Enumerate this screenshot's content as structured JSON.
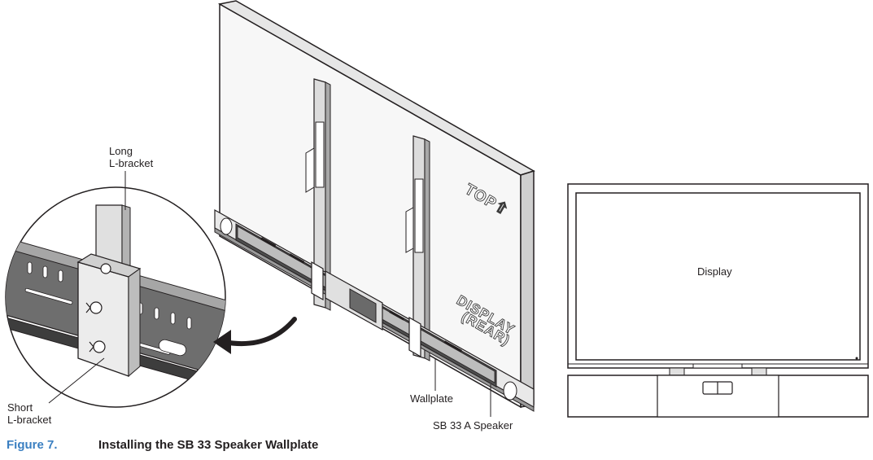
{
  "callouts": {
    "long_bracket": [
      "Long",
      "L-bracket"
    ],
    "short_bracket": [
      "Short",
      "L-bracket"
    ],
    "wallplate": "Wallplate",
    "speaker": "SB 33 A Speaker",
    "display": "Display"
  },
  "panel_markings": {
    "top": "TOP⇧",
    "display_rear": [
      "DISPLAY",
      "(REAR)"
    ]
  },
  "caption": {
    "number": "Figure 7.",
    "title": "Installing the SB 33 Speaker Wallplate"
  }
}
